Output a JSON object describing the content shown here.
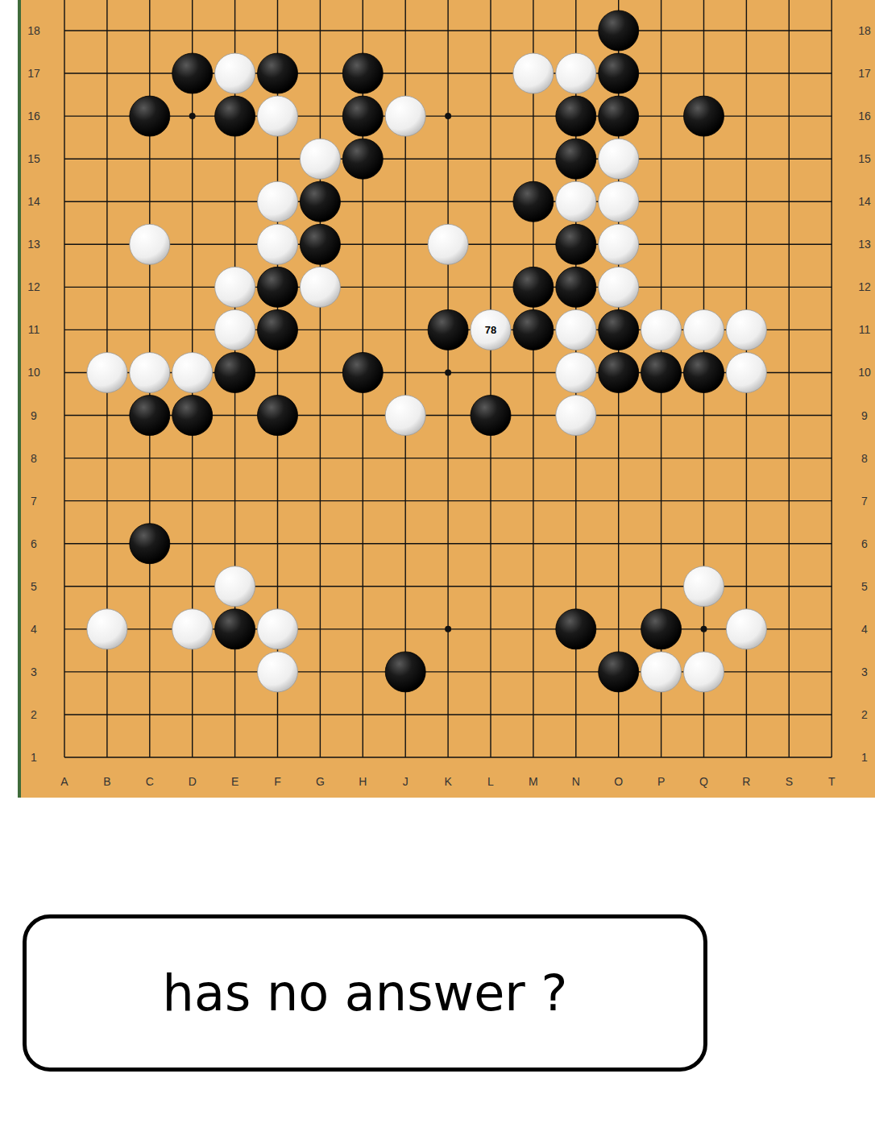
{
  "diagram": {
    "nodes": [
      {
        "text": [
          "has no answer ?"
        ]
      }
    ],
    "labels": [
      "18",
      "18",
      "17",
      "17",
      "16",
      "16",
      "15",
      "15",
      "14",
      "14",
      "13",
      "13",
      "12",
      "12",
      "11",
      "11",
      "10",
      "10",
      "9",
      "9",
      "8",
      "8",
      "7",
      "7",
      "6",
      "6",
      "5",
      "5",
      "4",
      "4",
      "3",
      "3",
      "2",
      "2",
      "1",
      "1",
      "A",
      "B",
      "C",
      "D",
      "E",
      "F",
      "G",
      "H",
      "J",
      "K",
      "L",
      "M",
      "N",
      "O",
      "P",
      "Q",
      "R",
      "S",
      "T",
      "78"
    ]
  }
}
